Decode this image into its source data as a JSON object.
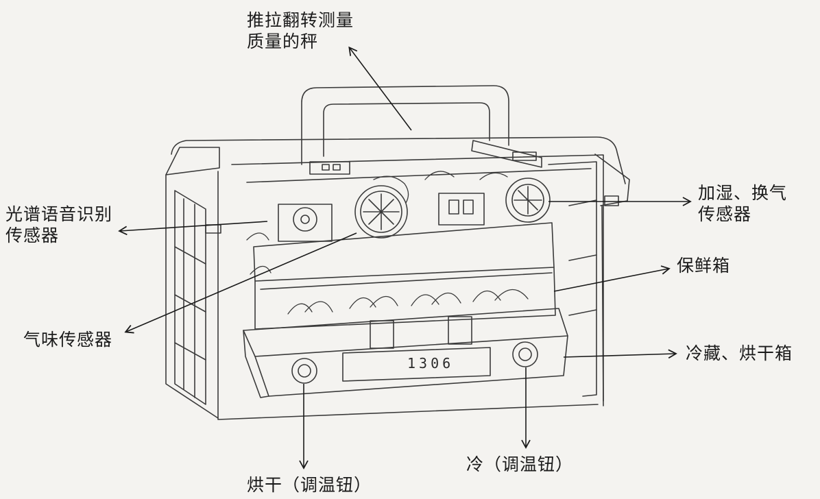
{
  "labels": {
    "scale": {
      "line1": "推拉翻转测量",
      "line2": "质量的秤"
    },
    "spectrum_sensor": {
      "line1": "光谱语音识别",
      "line2": "传感器"
    },
    "humidify_sensor": {
      "line1": "加湿、换气",
      "line2": "传感器"
    },
    "fresh_box": {
      "line1": "保鲜箱"
    },
    "odor_sensor": {
      "line1": "气味传感器"
    },
    "cold_dry_box": {
      "line1": "冷藏、烘干箱"
    },
    "dry_knob": {
      "line1": "烘干（调温钮）"
    },
    "cold_knob": {
      "line1": "冷（调温钮）"
    }
  },
  "panel_display": {
    "digits": "1306"
  },
  "colors": {
    "ink": "#1a1a1a",
    "paper": "#f4f3f0",
    "pencil": "#3a3a3a"
  }
}
